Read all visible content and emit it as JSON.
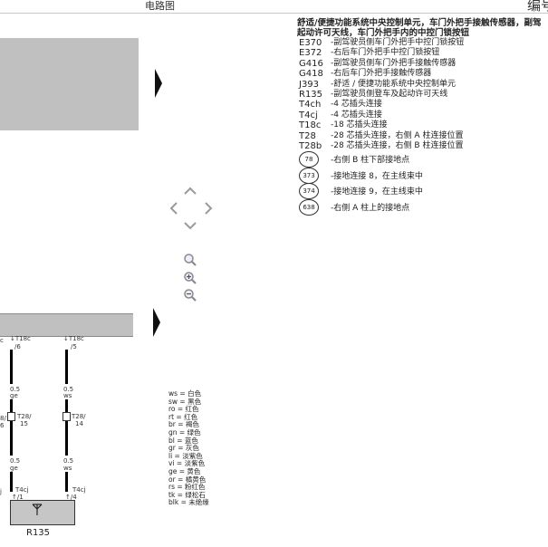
{
  "header": {
    "title": "电路图",
    "biancode": "编号"
  },
  "legend": {
    "heading_line1": "舒适/便捷功能系统中央控制单元，车门外把手接触传感器，副驾",
    "heading_line2": "起动许可天线，车门外把手内的中控门锁按钮",
    "items": [
      {
        "code": "E370",
        "desc": "-副驾驶员侧车门外把手中控门锁按钮"
      },
      {
        "code": "E372",
        "desc": "-右后车门外把手中控门锁按钮"
      },
      {
        "code": "G416",
        "desc": "-副驾驶员侧车门外把手接触传感器"
      },
      {
        "code": "G418",
        "desc": "-右后车门外把手接触传感器"
      },
      {
        "code": "J393",
        "desc": "-舒适 / 便捷功能系统中央控制单元"
      },
      {
        "code": "R135",
        "desc": "-副驾驶员侧登车及起动许可天线"
      },
      {
        "code": "T4ch",
        "desc": "-4 芯插头连接"
      },
      {
        "code": "T4cj",
        "desc": "-4 芯插头连接"
      },
      {
        "code": "T18c",
        "desc": "-18 芯插头连接"
      },
      {
        "code": "T28",
        "desc": "-28 芯插头连接，右侧 A 柱连接位置"
      },
      {
        "code": "T28b",
        "desc": "-28 芯插头连接，右侧 B 柱连接位置"
      }
    ],
    "grounds": [
      {
        "num": "78",
        "desc": "-右侧 B 柱下部接地点"
      },
      {
        "num": "373",
        "desc": "-接地连接 8，在主线束中"
      },
      {
        "num": "374",
        "desc": "-接地连接 9，在主线束中"
      },
      {
        "num": "638",
        "desc": "-右侧 A 柱上的接地点"
      }
    ]
  },
  "colors": [
    "ws = 白色",
    "sw = 黑色",
    "ro = 红色",
    "rt = 红色",
    "br = 褐色",
    "gn = 绿色",
    "bl = 蓝色",
    "gr = 灰色",
    "li = 淡紫色",
    "vi = 淡紫色",
    "ge = 黄色",
    "or = 橘黄色",
    "rs = 粉红色",
    "tk = 绿松石",
    "blk = 未绝缘"
  ],
  "circuit": {
    "left_edge_top": "c",
    "left_edge_mid": "8/",
    "left_edge_mid2": "6",
    "left_edge_bot": "j",
    "col1": {
      "t18c": "T18c",
      "t18c_pin": "/6",
      "wire1_gauge": "0.5",
      "wire1_color": "ge",
      "t28": "T28/",
      "t28_pin": "15",
      "wire2_gauge": "0.5",
      "wire2_color": "ge",
      "t4cj": "T4cj",
      "t4cj_pin": "/1"
    },
    "col2": {
      "t18c": "T18c",
      "t18c_pin": "/5",
      "wire1_gauge": "0.5",
      "wire1_color": "ws",
      "t28": "T28/",
      "t28_pin": "14",
      "wire2_gauge": "0.5",
      "wire2_color": "ws",
      "t4cj": "T4cj",
      "t4cj_pin": "/4"
    },
    "component": "R135"
  }
}
